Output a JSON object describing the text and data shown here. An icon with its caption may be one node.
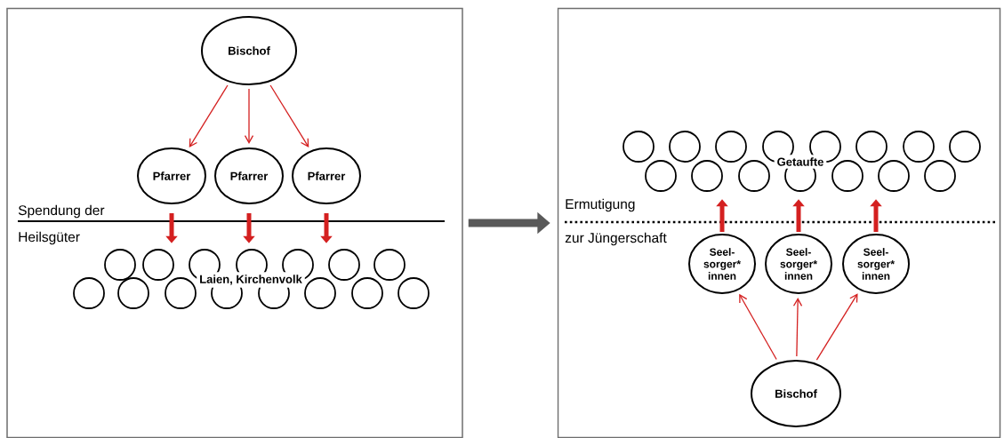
{
  "diagram": {
    "nodes": [
      {
        "text": [],
        "shape": "box"
      },
      {
        "text": [
          "Bischof"
        ],
        "in": 0
      },
      {
        "text": [
          "Pfarrer"
        ],
        "in": 0
      },
      {
        "text": [
          "Pfarrer"
        ],
        "in": 0
      },
      {
        "text": [
          "Pfarrer"
        ],
        "in": 0
      },
      {
        "text": [
          "Laien, Kirchenvolk"
        ],
        "in": 0
      },
      {
        "text": [],
        "shape": "box"
      },
      {
        "text": [
          "Getaufte"
        ],
        "in": 6
      },
      {
        "text": [
          "Seel- sorger* innen"
        ],
        "in": 6
      },
      {
        "text": [
          "Seel- sorger* innen"
        ],
        "in": 6
      },
      {
        "text": [
          "Seel- sorger* innen"
        ],
        "in": 6
      },
      {
        "text": [
          "Bischof"
        ],
        "in": 6
      }
    ],
    "edges": [
      {
        "from": 1,
        "to": 2,
        "arrow": "to"
      },
      {
        "from": 1,
        "to": 3,
        "arrow": "to"
      },
      {
        "from": 1,
        "to": 4,
        "arrow": "to"
      },
      {
        "from": 2,
        "to": 5,
        "arrow": "to"
      },
      {
        "from": 3,
        "to": 5,
        "arrow": "to"
      },
      {
        "from": 4,
        "to": 5,
        "arrow": "to"
      },
      {
        "from": 0,
        "to": 6,
        "arrow": "to",
        "style": "thick",
        "color": "#595959"
      },
      {
        "from": 11,
        "to": 8,
        "arrow": "to"
      },
      {
        "from": 11,
        "to": 9,
        "arrow": "to"
      },
      {
        "from": 11,
        "to": 10,
        "arrow": "to"
      },
      {
        "from": 8,
        "to": 7,
        "arrow": "to"
      },
      {
        "from": 9,
        "to": 7,
        "arrow": "to"
      },
      {
        "from": 10,
        "to": 7,
        "arrow": "to"
      }
    ],
    "labels": [
      "Spendung der",
      "Heilsgüter",
      "Ermutigung",
      "zur Jüngerschaft"
    ]
  }
}
